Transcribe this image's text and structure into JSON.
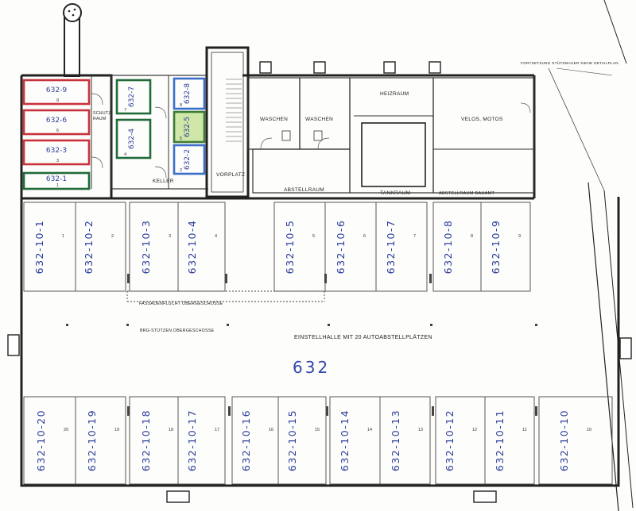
{
  "plan": {
    "rooms": {
      "schutzraum": "SCHUTZ\nRAUM",
      "keller": "KELLER",
      "vorplatz": "VORPLATZ",
      "waschen_1": "WASCHEN",
      "waschen_2": "WASCHEN",
      "abstellraum": "ABSTELLRAUM",
      "heizraum": "HEIZRAUM",
      "tankraum": "TANKRAUM",
      "velos_motos": "VELOS, MOTOS",
      "abstellraum_bauamt": "ABSTELLRAUM BAUAMT",
      "einstellhalle": "EINSTELLHALLE MIT 20 AUTOABSTELLPLÄTZEN",
      "fassadenflucht": "FASSADENFLUCHT OBERGESCHOSSE",
      "stuetzen": "BRG-STÜTZEN OBERGESCHOSSE",
      "corner_note": "FORTSETZUNG STÜTZMAUER SIEHE DETAILPLAN"
    },
    "building_mark": "632",
    "storage_units": [
      {
        "label": "632-9",
        "num": "9",
        "color": "#c8323c"
      },
      {
        "label": "632-6",
        "num": "6",
        "color": "#c8323c"
      },
      {
        "label": "632-3",
        "num": "3",
        "color": "#c8323c"
      },
      {
        "label": "632-1",
        "num": "1",
        "color": "#1f6b3a"
      },
      {
        "label": "632-7",
        "num": "7",
        "color": "#1f6b3a"
      },
      {
        "label": "632-4",
        "num": "4",
        "color": "#1f6b3a"
      },
      {
        "label": "632-8",
        "num": "8",
        "color": "#3b6fc9"
      },
      {
        "label": "632-5",
        "num": "5",
        "color": "#3d7a35"
      },
      {
        "label": "632-2",
        "num": "2",
        "color": "#3b6fc9"
      }
    ],
    "top_parking": [
      {
        "label": "632-10-1",
        "num": "1"
      },
      {
        "label": "632-10-2",
        "num": "2"
      },
      {
        "label": "632-10-3",
        "num": "3"
      },
      {
        "label": "632-10-4",
        "num": "4"
      },
      {
        "label": "632-10-5",
        "num": "5"
      },
      {
        "label": "632-10-6",
        "num": "6"
      },
      {
        "label": "632-10-7",
        "num": "7"
      },
      {
        "label": "632-10-8",
        "num": "8"
      },
      {
        "label": "632-10-9",
        "num": "9"
      }
    ],
    "bottom_parking": [
      {
        "label": "632-10-20",
        "num": "20"
      },
      {
        "label": "632-10-19",
        "num": "19"
      },
      {
        "label": "632-10-18",
        "num": "18"
      },
      {
        "label": "632-10-17",
        "num": "17"
      },
      {
        "label": "632-10-16",
        "num": "16"
      },
      {
        "label": "632-10-15",
        "num": "15"
      },
      {
        "label": "632-10-14",
        "num": "14"
      },
      {
        "label": "632-10-13",
        "num": "13"
      },
      {
        "label": "632-10-12",
        "num": "12"
      },
      {
        "label": "632-10-11",
        "num": "11"
      },
      {
        "label": "632-10-10",
        "num": "10"
      }
    ]
  }
}
